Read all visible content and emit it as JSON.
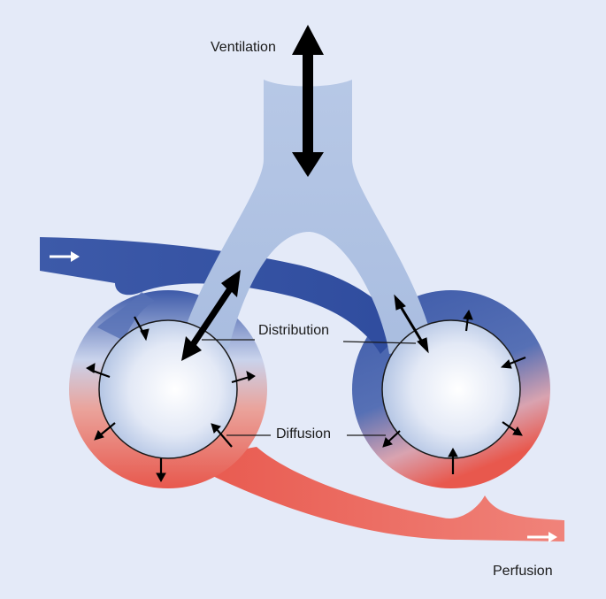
{
  "labels": {
    "ventilation": "Ventilation",
    "distribution": "Distribution",
    "diffusion": "Diffusion",
    "perfusion": "Perfusion"
  },
  "colors": {
    "background": "#e4eaf8",
    "airway": "#b7c8e6",
    "venous_blue": "#3d5aa9",
    "arterial_red": "#e8584d",
    "perfusion_light_red": "#f0837a",
    "alveolus_center": "#ffffff",
    "alveolus_edge": "#a9bde0",
    "arrow": "#000000",
    "flow_arrow": "#ffffff"
  },
  "icons": [
    "double-headed-arrow",
    "flow-arrow",
    "diffusion-arrow"
  ]
}
